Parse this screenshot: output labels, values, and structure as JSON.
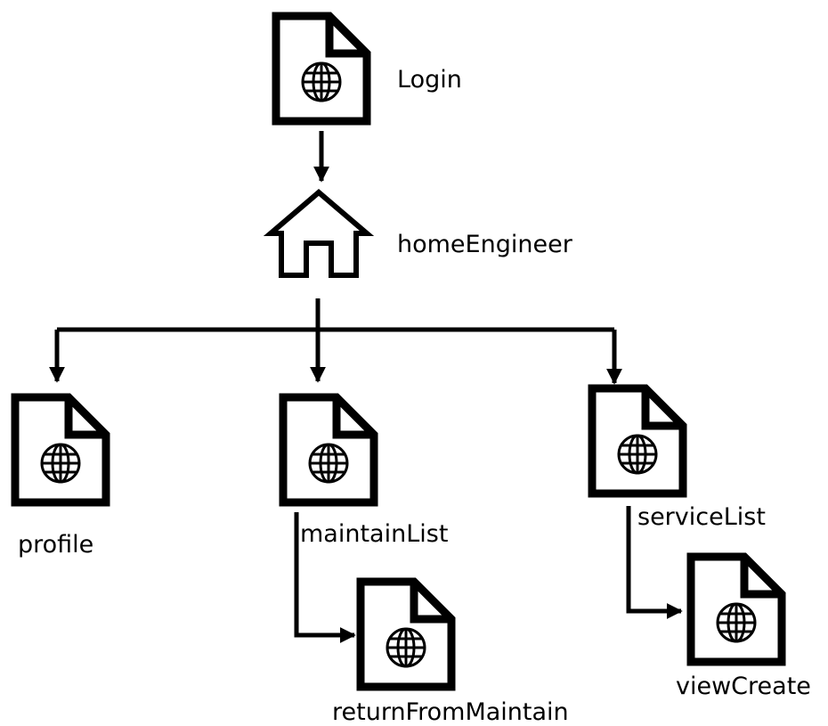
{
  "diagram": {
    "type": "site-map",
    "colors": {
      "stroke": "#000000",
      "background": "#ffffff"
    },
    "nodes": [
      {
        "id": "login",
        "label": "Login",
        "icon": "web-page-icon"
      },
      {
        "id": "home",
        "label": "homeEngineer",
        "icon": "house-icon"
      },
      {
        "id": "profile",
        "label": "profile",
        "icon": "web-page-icon"
      },
      {
        "id": "maintain",
        "label": "maintainList",
        "icon": "web-page-icon"
      },
      {
        "id": "service",
        "label": "serviceList",
        "icon": "web-page-icon"
      },
      {
        "id": "return",
        "label": "returnFromMaintain",
        "icon": "web-page-icon"
      },
      {
        "id": "create",
        "label": "viewCreate",
        "icon": "web-page-icon"
      }
    ],
    "edges": [
      {
        "from": "login",
        "to": "home"
      },
      {
        "from": "home",
        "to": "profile"
      },
      {
        "from": "home",
        "to": "maintain"
      },
      {
        "from": "home",
        "to": "service"
      },
      {
        "from": "maintain",
        "to": "return"
      },
      {
        "from": "service",
        "to": "create"
      }
    ]
  }
}
